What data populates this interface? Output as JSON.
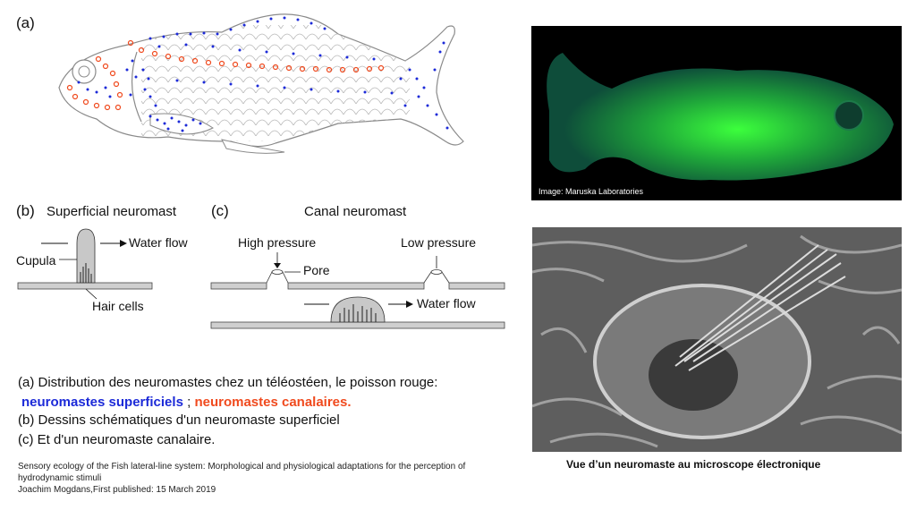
{
  "panel_a": {
    "label": "(a)"
  },
  "panel_b": {
    "label": "(b)",
    "title": "Superficial neuromast",
    "labels": {
      "water_flow": "Water flow",
      "cupula": "Cupula",
      "hair_cells": "Hair cells"
    }
  },
  "panel_c": {
    "label": "(c)",
    "title": "Canal neuromast",
    "labels": {
      "high_pressure": "High pressure",
      "low_pressure": "Low pressure",
      "pore": "Pore",
      "water_flow": "Water flow"
    }
  },
  "photo": {
    "credit": "Image: Maruska Laboratories"
  },
  "em_photo": {
    "caption": "Vue d’un neuromaste au microscope électronique"
  },
  "caption": {
    "line_a": "(a)   Distribution des neuromastes chez un téléostéen, le poisson rouge:",
    "superficial": "neuromastes superficiels",
    "separator": " ; ",
    "canal": "neuromastes canalaires.",
    "line_b": "(b) Dessins schématiques d'un neuromaste superficiel",
    "line_c": "(c) Et d'un neuromaste canalaire."
  },
  "reference": {
    "line1": "Sensory ecology of the Fish lateral-line system: Morphological and physiological adaptations for the perception of",
    "line2": "hydrodynamic stimuli",
    "line3": "Joachim Mogdans,First published: 15 March 2019"
  },
  "colors": {
    "superficial": "#1c2ad8",
    "canal": "#f04a1e"
  }
}
